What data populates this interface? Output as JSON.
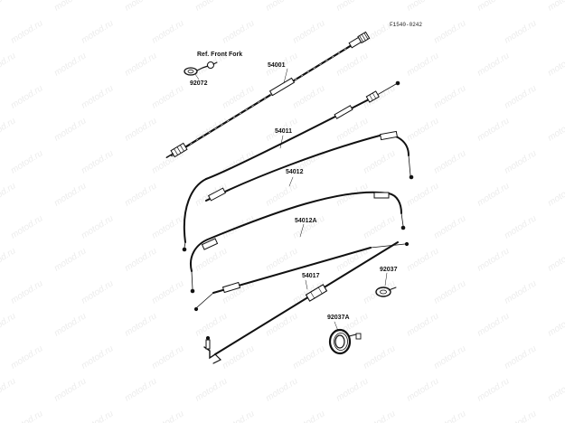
{
  "diagram": {
    "code": "F1540-0242",
    "ref_label": "Ref. Front Fork",
    "parts": [
      {
        "id": "54001"
      },
      {
        "id": "54011"
      },
      {
        "id": "54012"
      },
      {
        "id": "54012A"
      },
      {
        "id": "54017"
      },
      {
        "id": "92072"
      },
      {
        "id": "92037"
      },
      {
        "id": "92037A"
      }
    ]
  },
  "watermark": {
    "text": "motod.ru"
  },
  "colors": {
    "line": "#111111",
    "background": "#ffffff"
  }
}
